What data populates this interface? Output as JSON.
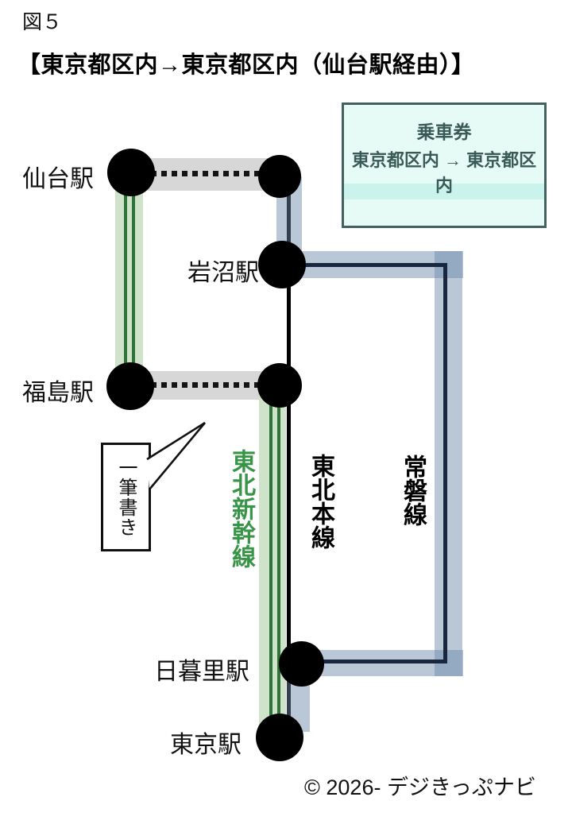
{
  "figure_label": "図５",
  "heading": "【東京都区内→東京都区内（仙台駅経由）】",
  "ticket": {
    "title": "乗車券",
    "route": "東京都区内 → 東京都区内",
    "border_color": "#42625f",
    "background_color": "#e7fbf6",
    "stripe_color": "#c9f3eb",
    "text_color": "#3a5a58"
  },
  "stations": [
    {
      "id": "sendai",
      "label": "仙台駅"
    },
    {
      "id": "iwanuma",
      "label": "岩沼駅"
    },
    {
      "id": "fukushima",
      "label": "福島駅"
    },
    {
      "id": "nippori",
      "label": "日暮里駅"
    },
    {
      "id": "tokyo",
      "label": "東京駅"
    }
  ],
  "lines": {
    "shinkansen": {
      "label": "東北新幹線",
      "text_color": "#389447",
      "band_color": "#cfe3cb",
      "line_color": "#2e7337"
    },
    "tohoku_main": {
      "label": "東北本線",
      "text_color": "#000000",
      "line_color": "#000000"
    },
    "joban": {
      "label": "常磐線",
      "text_color": "#000000",
      "band_color": "#b3c5d8",
      "line_color": "#18263e"
    }
  },
  "transfer": {
    "band_color": "#d7d7d7",
    "dot_color": "#141414"
  },
  "callout": {
    "label": "一筆書き"
  },
  "footer": {
    "copyright": "© 2026- デジきっぷナビ"
  }
}
